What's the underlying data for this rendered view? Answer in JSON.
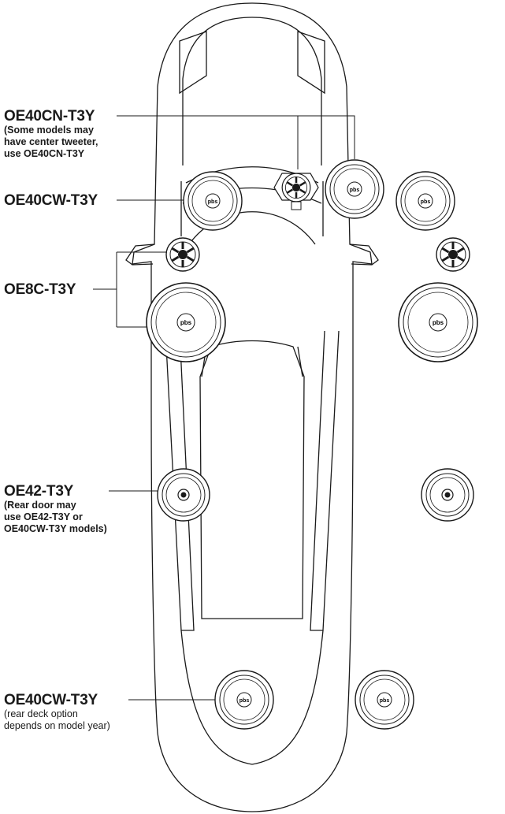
{
  "callouts": {
    "center": {
      "model": "OE40CN-T3Y",
      "note_lines": [
        "(Some models may",
        "have center tweeter,",
        "use OE40CN-T3Y"
      ]
    },
    "front_dash": {
      "model": "OE40CW-T3Y"
    },
    "front_door": {
      "model": "OE8C-T3Y"
    },
    "rear_door": {
      "model": "OE42-T3Y",
      "note_lines": [
        "(Rear door may",
        "use OE42-T3Y or",
        "OE40CW-T3Y models)"
      ]
    },
    "rear_deck": {
      "model": "OE40CW-T3Y",
      "note_lines": [
        "(rear deck option",
        "depends on model year)"
      ]
    }
  },
  "speaker_logo_text": "pbs",
  "colors": {
    "line": "#1a1a1a",
    "text": "#1a1a1a",
    "background": "#ffffff"
  }
}
